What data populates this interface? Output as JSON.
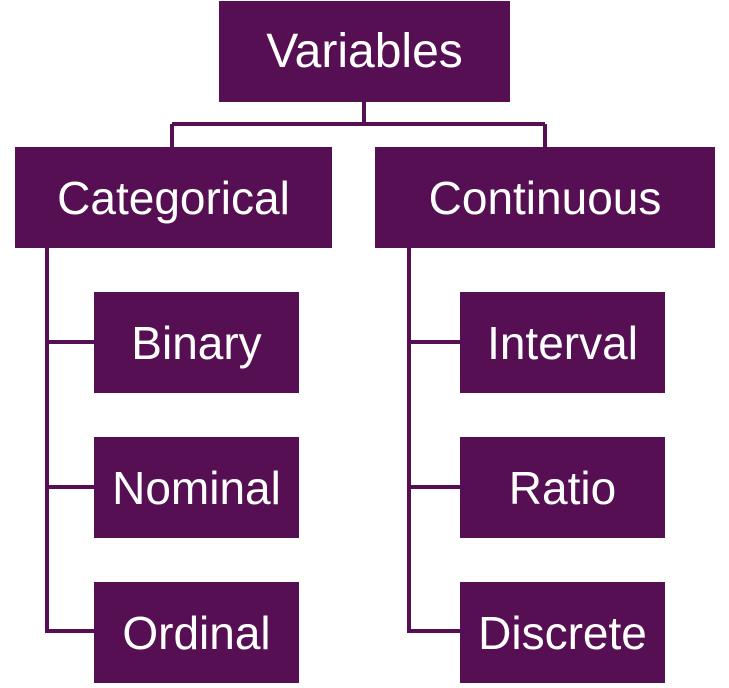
{
  "diagram": {
    "root": {
      "label": "Variables"
    },
    "branches": [
      {
        "label": "Categorical",
        "children": [
          "Binary",
          "Nominal",
          "Ordinal"
        ]
      },
      {
        "label": "Continuous",
        "children": [
          "Interval",
          "Ratio",
          "Discrete"
        ]
      }
    ],
    "colors": {
      "box_fill": "#560f53",
      "connector": "#560f53",
      "text": "#ffffff",
      "background": "#ffffff"
    }
  }
}
